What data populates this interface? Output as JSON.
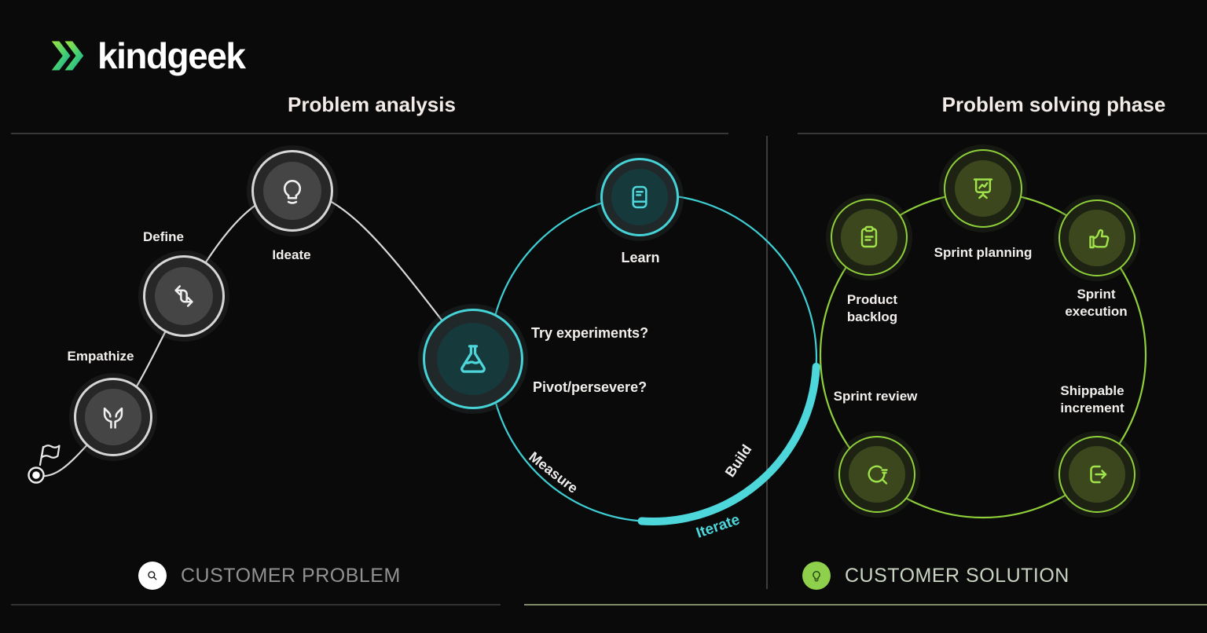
{
  "brand": {
    "name": "kindgeek"
  },
  "headers": {
    "left": "Problem analysis",
    "right": "Problem solving phase"
  },
  "design_thinking": {
    "steps": [
      {
        "label": "Empathize",
        "icon": "hands-icon"
      },
      {
        "label": "Define",
        "icon": "turn-arrows-icon"
      },
      {
        "label": "Ideate",
        "icon": "lightbulb-icon"
      }
    ],
    "experiment": {
      "icon": "flask-icon",
      "question1": "Try experiments?",
      "question2": "Pivot/persevere?"
    }
  },
  "lean_loop": {
    "learn": "Learn",
    "learn_icon": "book-icon",
    "measure": "Measure",
    "build": "Build",
    "iterate": "Iterate"
  },
  "scrum": {
    "items": [
      {
        "label": "Product backlog",
        "icon": "clipboard-icon"
      },
      {
        "label": "Sprint planning",
        "icon": "presentation-chart-icon"
      },
      {
        "label": "Sprint execution",
        "icon": "thumbs-up-icon"
      },
      {
        "label": "Shippable increment",
        "icon": "export-icon"
      },
      {
        "label": "Sprint review",
        "icon": "review-search-icon"
      }
    ]
  },
  "legends": {
    "problem": "CUSTOMER PROBLEM",
    "problem_icon": "search-icon",
    "solution": "CUSTOMER SOLUTION",
    "solution_icon": "bulb-icon"
  },
  "icons": {
    "brand": "double-chevron-icon",
    "start": "flag-icon"
  },
  "colors": {
    "background": "#0a0a0a",
    "teal_accent": "#4ed7db",
    "teal_ring": "#45d3d7",
    "teal_inner": "#16393c",
    "green_accent": "#8fd03a",
    "green_icon": "#9fe24a",
    "green_inner": "#3c471e",
    "gray_ring": "#d6d6d6",
    "gray_inner": "#454545",
    "text_white": "#f3efec",
    "legend_problem_text": "#929292",
    "legend_solution_text": "#c9d4c3",
    "rule_gray": "#383838",
    "rule_pale_green": "#7f8d68"
  }
}
